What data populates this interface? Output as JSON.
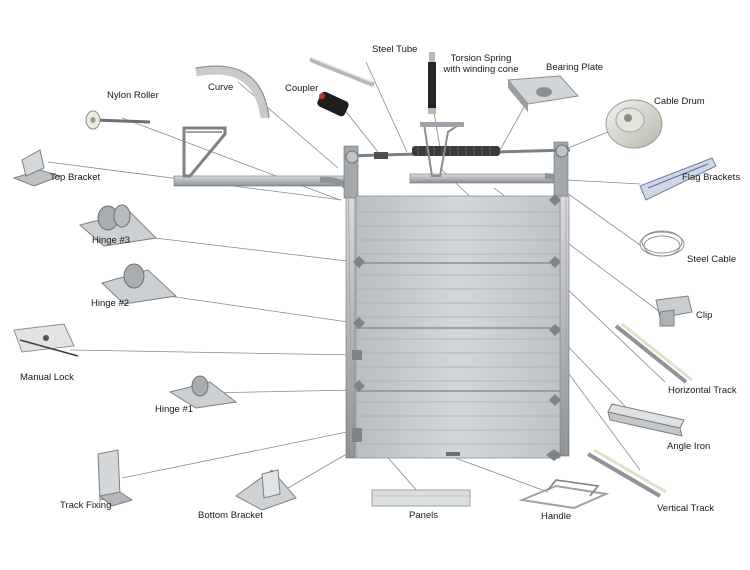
{
  "labels": {
    "steel_tube": "Steel Tube",
    "torsion_spring_1": "Torsion Spring",
    "torsion_spring_2": "with winding cone",
    "bearing_plate": "Bearing Plate",
    "nylon_roller": "Nylon Roller",
    "curve": "Curve",
    "coupler": "Coupler",
    "cable_drum": "Cable Drum",
    "top_bracket": "Top Bracket",
    "flag_brackets": "Flag Brackets",
    "hinge3": "Hinge #3",
    "steel_cable": "Steel Cable",
    "hinge2": "Hinge #2",
    "clip": "Clip",
    "manual_lock": "Manual Lock",
    "horizontal_track": "Horizontal Track",
    "hinge1": "Hinge #1",
    "angle_iron": "Angle Iron",
    "track_fixing": "Track Fixing",
    "vertical_track": "Vertical Track",
    "bottom_bracket": "Bottom Bracket",
    "panels": "Panels",
    "handle": "Handle"
  },
  "colors": {
    "door_panel": "#c9cdcf",
    "track_metal": "#9ea3a8",
    "leader_line": "#8a8a8a",
    "label_text": "#1a1a1a"
  }
}
